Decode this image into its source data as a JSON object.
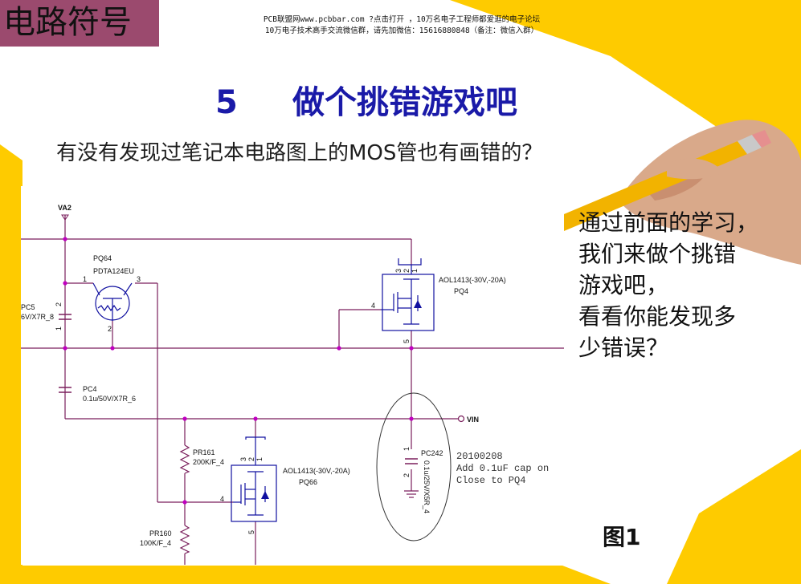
{
  "section_tag": "电路符号",
  "banner": {
    "line1": "PCB联盟网www.pcbbar.com ?点击打开 ，10万名电子工程师都爱逛的电子论坛",
    "line2": "10万电子技术高手交流微信群，请先加微信：15616880848（备注：微信入群）"
  },
  "title": {
    "number": "5",
    "text": "做个挑错游戏吧"
  },
  "question": "有没有发现过笔记本电路图上的MOS管也有画错的？",
  "callout": [
    "通过前面的学习，",
    "我们来做个挑错",
    "游戏吧，",
    "看看你能发现多",
    "少错误？"
  ],
  "figure_label": "图1",
  "schematic": {
    "net_va2": "VA2",
    "net_vin": "VIN",
    "pq64": {
      "ref": "PQ64",
      "part": "PDTA124EU",
      "pin1": "1",
      "pin2": "2",
      "pin3": "3"
    },
    "pc5": {
      "ref": "PC5",
      "value": "6V/X7R_8",
      "pin1": "1",
      "pin2": "2"
    },
    "pc4": {
      "ref": "PC4",
      "value": "0.1u/50V/X7R_6"
    },
    "pq4": {
      "part": "AOL1413(-30V,-20A)",
      "ref": "PQ4",
      "pin_g": "4",
      "pin_s": "5",
      "pin_d": [
        "3",
        "2",
        "1"
      ]
    },
    "pq66": {
      "part": "AOL1413(-30V,-20A)",
      "ref": "PQ66",
      "pin_g": "4",
      "pin_s": "5",
      "pin_d": [
        "3",
        "2",
        "1"
      ]
    },
    "pr161": {
      "ref": "PR161",
      "value": "200K/F_4"
    },
    "pr160": {
      "ref": "PR160",
      "value": "100K/F_4"
    },
    "pc242": {
      "ref": "PC242",
      "value": "0.1u/25V/X5R_4",
      "pin1": "1",
      "pin2": "2"
    },
    "note": [
      "20100208",
      "Add 0.1uF cap on",
      "Close to PQ4"
    ]
  },
  "colors": {
    "yellow": "#fecb00",
    "section_bg": "#9b4a6e",
    "title_blue": "#1a1aa8",
    "wire": "#7a1f5c",
    "junction": "#c000c0",
    "part_blue": "#1010a0",
    "pencil_yellow": "#f2b300",
    "skin": "#d9a98a"
  }
}
